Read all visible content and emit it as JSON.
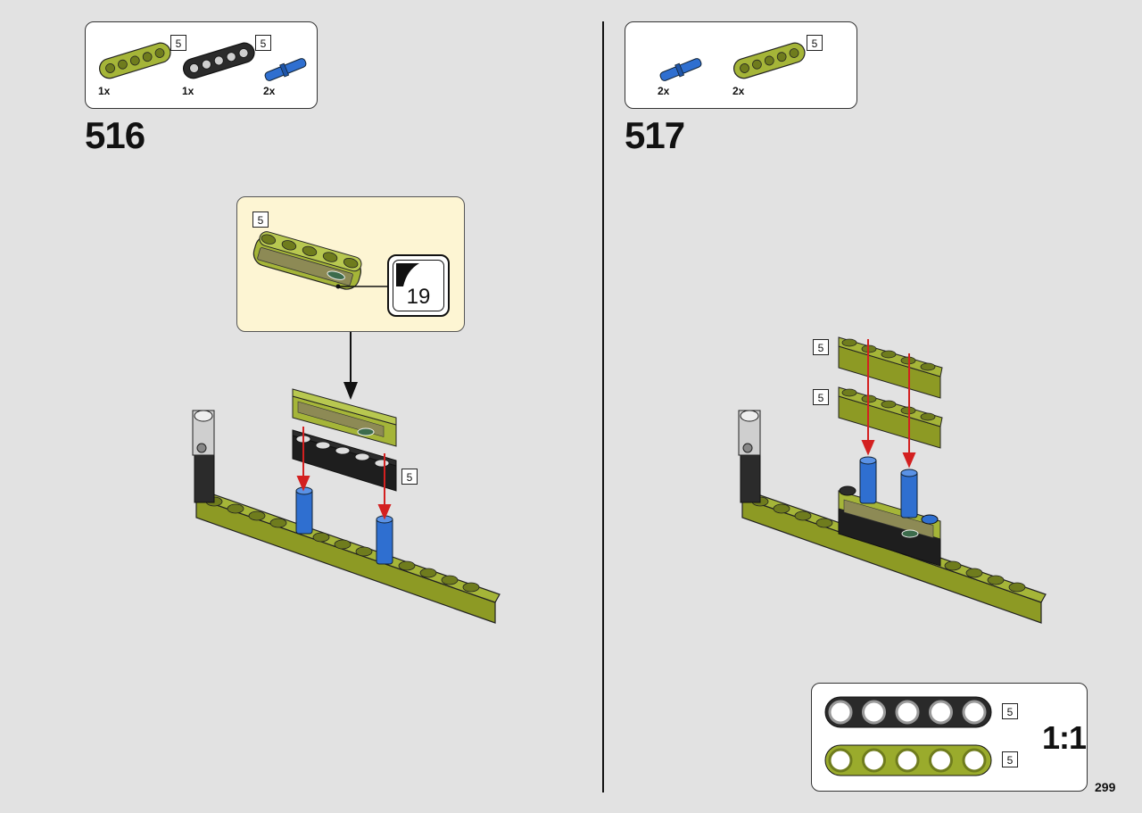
{
  "page": {
    "number": "299"
  },
  "steps": [
    {
      "number": "516",
      "parts": [
        {
          "qty": "1x",
          "length": "5",
          "icon": "lime-beam-5-icon"
        },
        {
          "qty": "1x",
          "length": "5",
          "icon": "black-beam-5-icon"
        },
        {
          "qty": "2x",
          "icon": "blue-pin-icon"
        }
      ],
      "callout": {
        "length": "5",
        "sticker_number": "19"
      },
      "assembly_labels": [
        "5"
      ]
    },
    {
      "number": "517",
      "parts": [
        {
          "qty": "2x",
          "icon": "blue-pin-icon"
        },
        {
          "qty": "2x",
          "length": "5",
          "icon": "lime-beam-5-icon"
        }
      ],
      "assembly_labels": [
        "5",
        "5"
      ]
    }
  ],
  "scale_box": {
    "label": "1:1",
    "beams": [
      {
        "length": "5",
        "color": "#2a2a2a"
      },
      {
        "length": "5",
        "color": "#9aab2c"
      }
    ]
  },
  "colors": {
    "lime": "#a5b538",
    "black": "#2b2b2b",
    "blue": "#2f6fd0",
    "callout_bg": "#fdf5d3",
    "arrow_red": "#d32020"
  }
}
